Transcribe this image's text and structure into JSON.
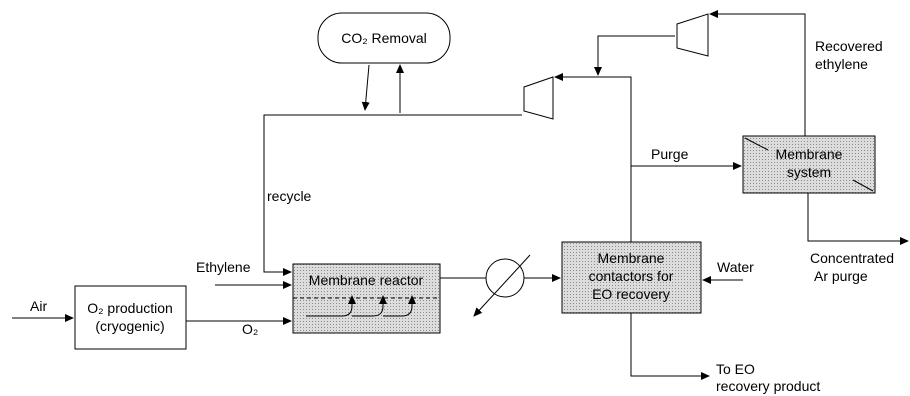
{
  "units": {
    "co2_removal": {
      "label": "CO₂ Removal"
    },
    "o2_production": {
      "line1": "O₂ production",
      "line2": "(cryogenic)"
    },
    "membrane_reactor": {
      "label": "Membrane reactor"
    },
    "membrane_contactors": {
      "line1": "Membrane",
      "line2": "contactors for",
      "line3": "EO recovery"
    },
    "membrane_system": {
      "line1": "Membrane",
      "line2": "system"
    }
  },
  "streams": {
    "air": "Air",
    "ethylene": "Ethylene",
    "o2": "O₂",
    "recycle": "recycle",
    "purge": "Purge",
    "water": "Water",
    "recovered_line1": "Recovered",
    "recovered_line2": "ethylene",
    "concentrated_line1": "Concentrated",
    "concentrated_line2": "Ar purge",
    "to_eo_line1": "To EO",
    "to_eo_line2": "recovery product"
  },
  "colors": {
    "line": "#000000",
    "shaded_fill": "#d9d9d9"
  }
}
